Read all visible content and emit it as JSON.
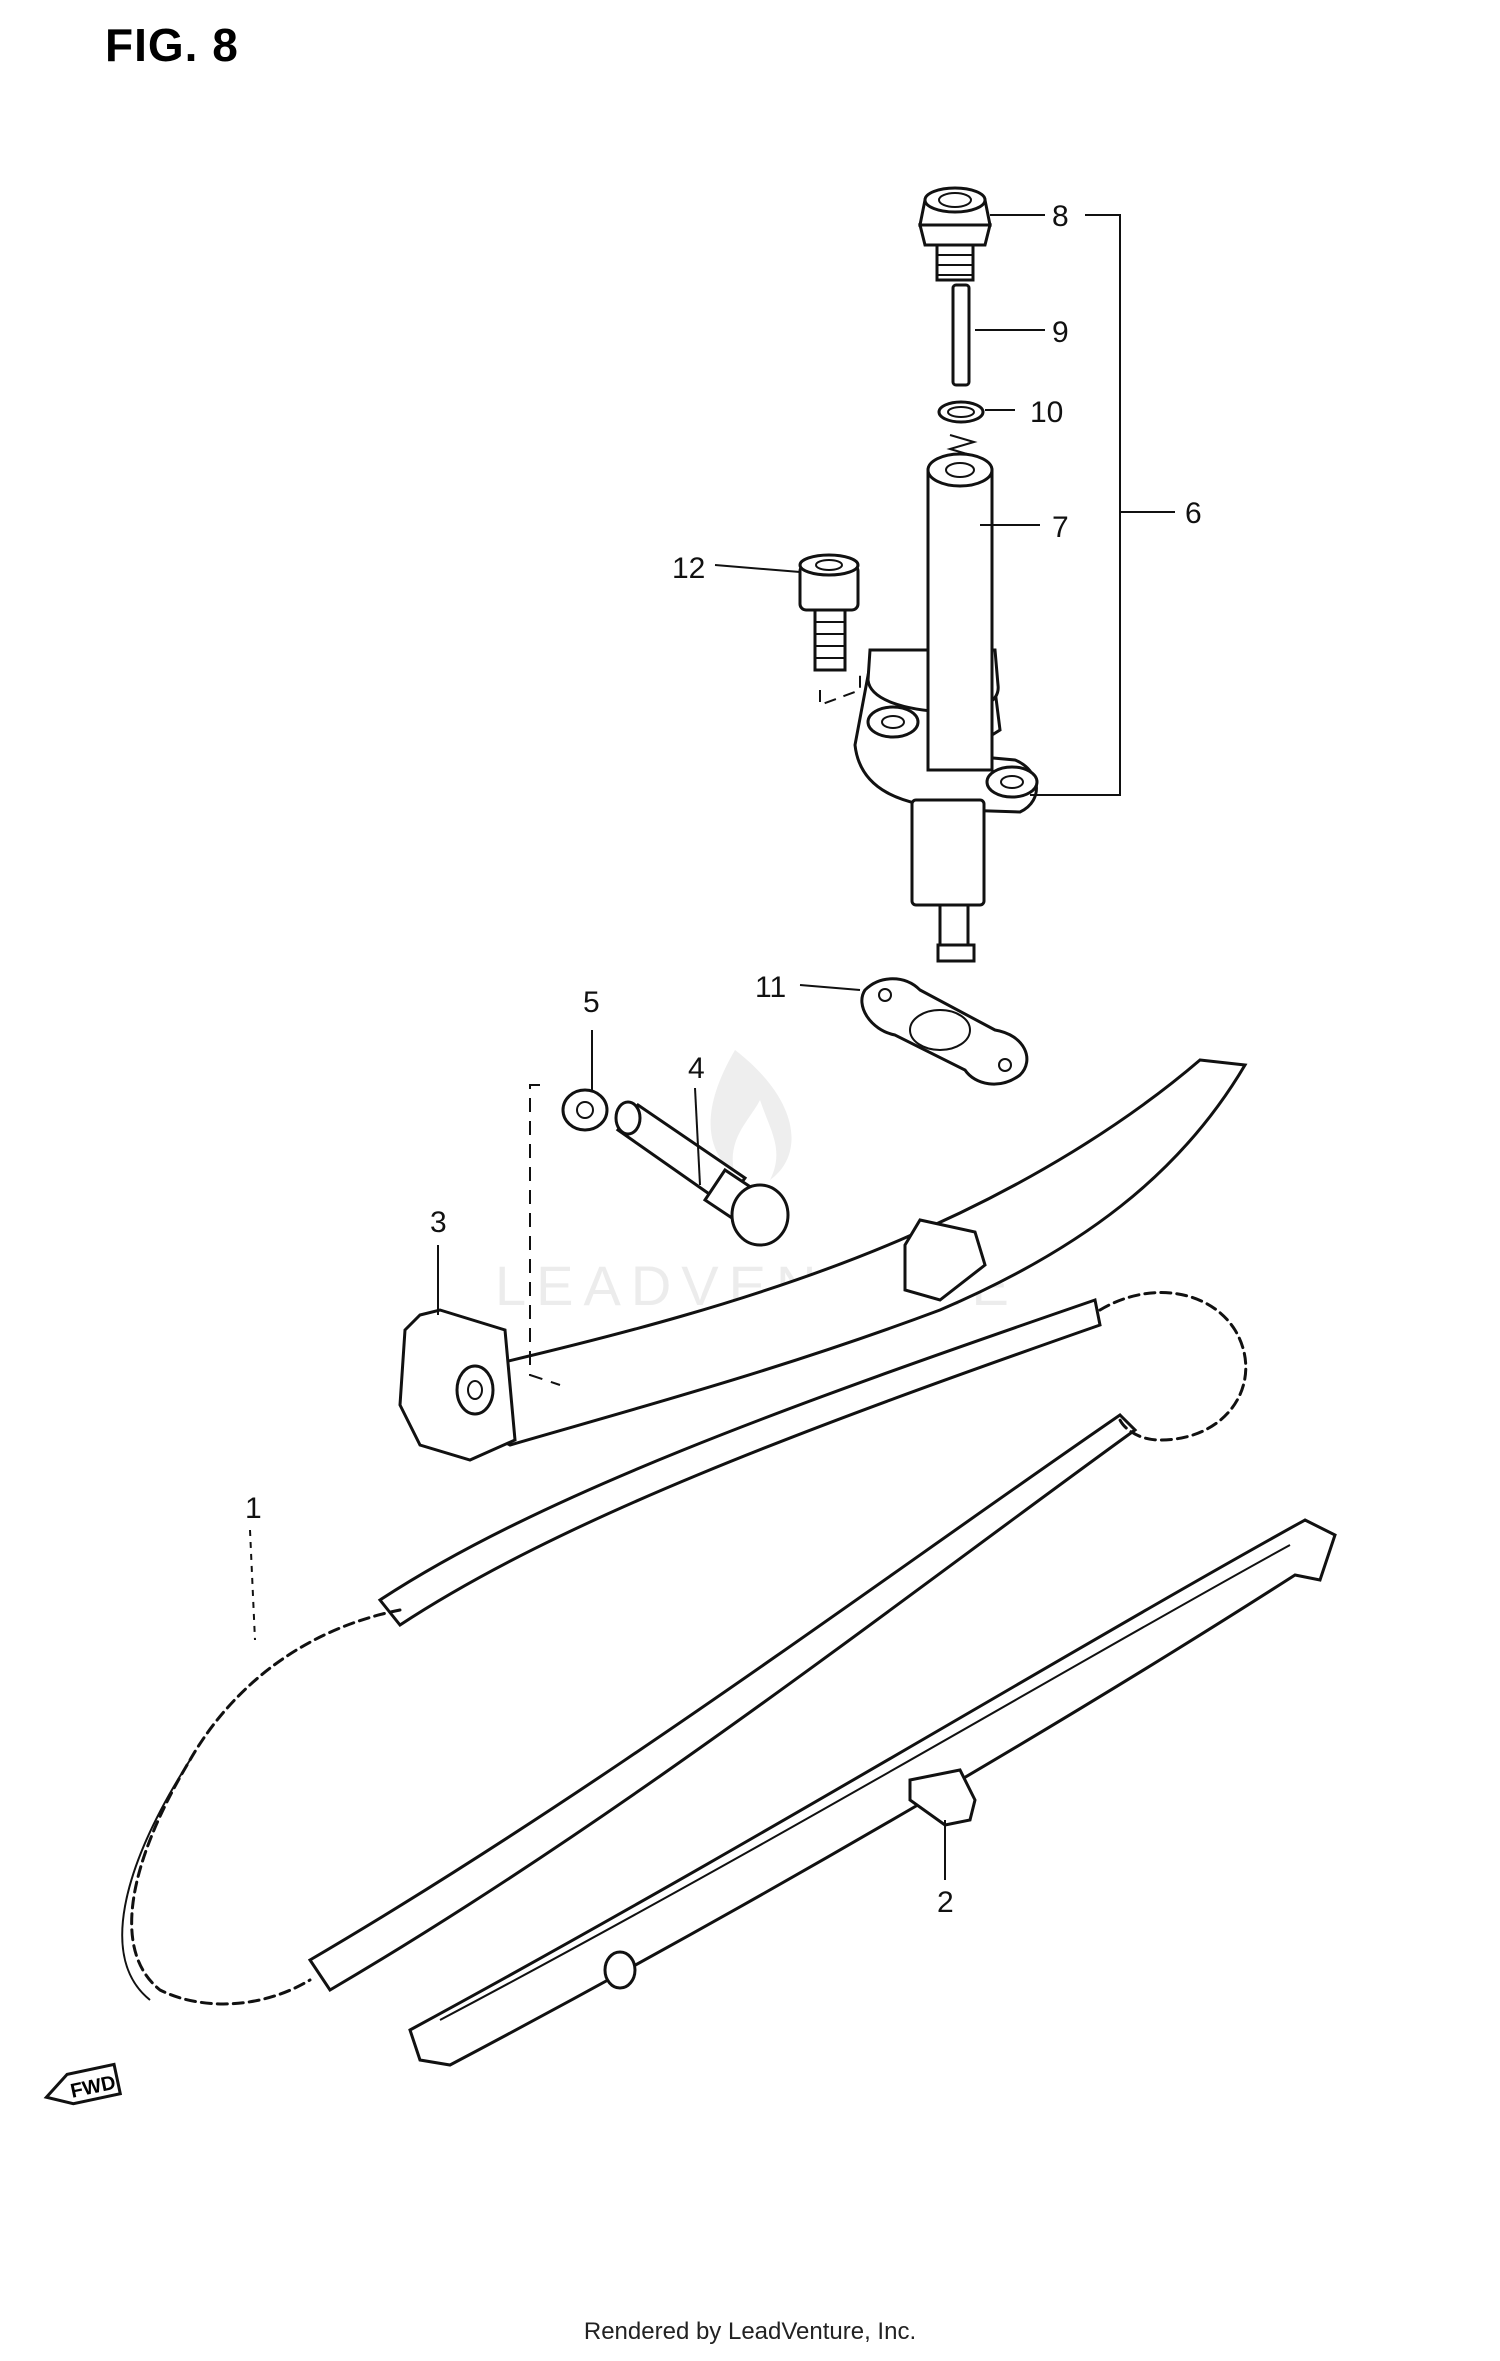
{
  "figure": {
    "title": "FIG. 8"
  },
  "watermark": {
    "text": "LEADVENTURE"
  },
  "footer": {
    "text": "Rendered by LeadVenture, Inc."
  },
  "direction_marker": {
    "text": "FWD",
    "icon": "fwd-arrow-icon"
  },
  "callouts": [
    {
      "id": "1",
      "label": "1"
    },
    {
      "id": "2",
      "label": "2"
    },
    {
      "id": "3",
      "label": "3"
    },
    {
      "id": "4",
      "label": "4"
    },
    {
      "id": "5",
      "label": "5"
    },
    {
      "id": "6",
      "label": "6"
    },
    {
      "id": "7",
      "label": "7"
    },
    {
      "id": "8",
      "label": "8"
    },
    {
      "id": "9",
      "label": "9"
    },
    {
      "id": "10",
      "label": "10"
    },
    {
      "id": "11",
      "label": "11"
    },
    {
      "id": "12",
      "label": "12"
    }
  ]
}
